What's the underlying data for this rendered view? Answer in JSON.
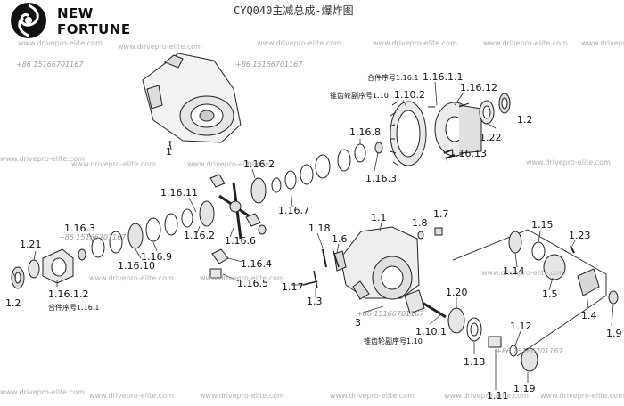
{
  "brand": {
    "line1": "NEW",
    "line2": "FORTUNE"
  },
  "title": "CYQ040主减总成-爆炸图",
  "watermark": "www.drivepro-elite.com",
  "phone": "+86 15166701167",
  "notes": {
    "assembly_seq_top": "合件序号1.16.1",
    "bevel_pair_top": "锥齿轮副序号1.10",
    "assembly_seq_left": "合件序号1.16.1",
    "bevel_pair_bottom": "锥齿轮副序号1.10"
  },
  "labels": {
    "l_1": "1",
    "l_1_16_1_1": "1.16.1.1",
    "l_1_16_12": "1.16.12",
    "l_1_10_2": "1.10.2",
    "l_1_2_right": "1.2",
    "l_1_16_8": "1.16.8",
    "l_1_22": "1.22",
    "l_1_16_13": "1.16.13",
    "l_1_16_2_top": "1.16.2",
    "l_1_16_3_mid": "1.16.3",
    "l_1_16_11": "1.16.11",
    "l_1_16_7": "1.16.7",
    "l_1_16_3_left": "1.16.3",
    "l_1_16_2_mid": "1.16.2",
    "l_1_16_6": "1.16.6",
    "l_1_21": "1.21",
    "l_1_16_10": "1.16.10",
    "l_1_16_9": "1.16.9",
    "l_1_16_4": "1.16.4",
    "l_1_16_5": "1.16.5",
    "l_1_2_left": "1.2",
    "l_1_16_1_2": "1.16.1.2",
    "l_1_1": "1.1",
    "l_1_8": "1.8",
    "l_1_7": "1.7",
    "l_1_18": "1.18",
    "l_1_6": "1.6",
    "l_1_17": "1.17",
    "l_1_3": "1.3",
    "l_1_15": "1.15",
    "l_1_23": "1.23",
    "l_1_14": "1.14",
    "l_1_5": "1.5",
    "l_1_4": "1.4",
    "l_1_9": "1.9",
    "l_1_20": "1.20",
    "l_3": "3",
    "l_1_10_1": "1.10.1",
    "l_1_12": "1.12",
    "l_1_13": "1.13",
    "l_1_11": "1.11",
    "l_1_19": "1.19"
  }
}
